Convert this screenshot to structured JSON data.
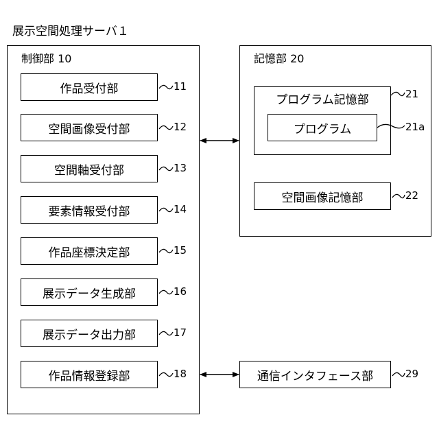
{
  "title": "展示空間処理サーバ１",
  "control": {
    "label": "制御部 10",
    "units": [
      {
        "label": "作品受付部",
        "ref": "11"
      },
      {
        "label": "空間画像受付部",
        "ref": "12"
      },
      {
        "label": "空間軸受付部",
        "ref": "13"
      },
      {
        "label": "要素情報受付部",
        "ref": "14"
      },
      {
        "label": "作品座標決定部",
        "ref": "15"
      },
      {
        "label": "展示データ生成部",
        "ref": "16"
      },
      {
        "label": "展示データ出力部",
        "ref": "17"
      },
      {
        "label": "作品情報登録部",
        "ref": "18"
      }
    ]
  },
  "storage": {
    "label": "記憶部 20",
    "program_storage": {
      "label": "プログラム記憶部",
      "ref": "21"
    },
    "program": {
      "label": "プログラム",
      "ref": "21a"
    },
    "image_storage": {
      "label": "空間画像記憶部",
      "ref": "22"
    }
  },
  "comm": {
    "label": "通信インタフェース部",
    "ref": "29"
  }
}
